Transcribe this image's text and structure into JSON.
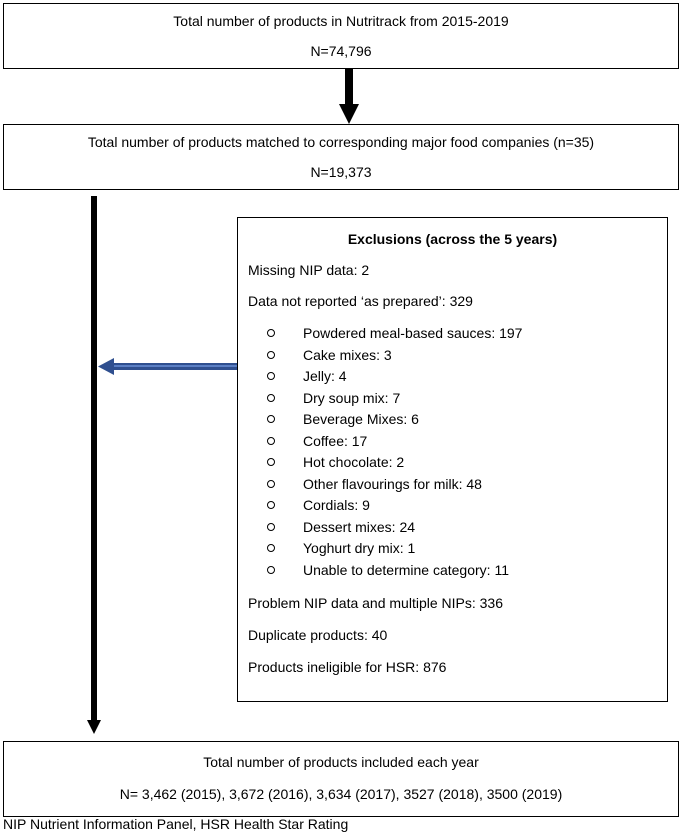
{
  "top_box": {
    "title": "Total number of products in Nutritrack from 2015-2019",
    "count": "N=74,796"
  },
  "matched_box": {
    "title": "Total number of products matched to corresponding major food companies (n=35)",
    "count": "N=19,373"
  },
  "exclusions": {
    "heading": "Exclusions (across the 5 years)",
    "missing_nip": "Missing NIP data: 2",
    "not_reported": "Data not reported ‘as prepared’: 329",
    "items": [
      "Powdered meal-based sauces: 197",
      "Cake mixes: 3",
      "Jelly: 4",
      "Dry soup mix: 7",
      "Beverage Mixes: 6",
      "Coffee: 17",
      "Hot chocolate: 2",
      "Other flavourings for milk: 48",
      "Cordials: 9",
      "Dessert mixes: 24",
      "Yoghurt dry mix: 1",
      "Unable to determine category: 11"
    ],
    "problem_nip": "Problem NIP data and multiple NIPs: 336",
    "duplicates": "Duplicate products: 40",
    "ineligible": "Products ineligible for HSR: 876"
  },
  "final_box": {
    "title": "Total number of products included each year",
    "counts": "N= 3,462 (2015), 3,672 (2016), 3,634 (2017), 3527 (2018), 3500 (2019)"
  },
  "footnote": "NIP Nutrient Information Panel, HSR Health Star Rating",
  "colors": {
    "side_arrow": "#2f4f8f",
    "main_arrow": "#000000"
  }
}
